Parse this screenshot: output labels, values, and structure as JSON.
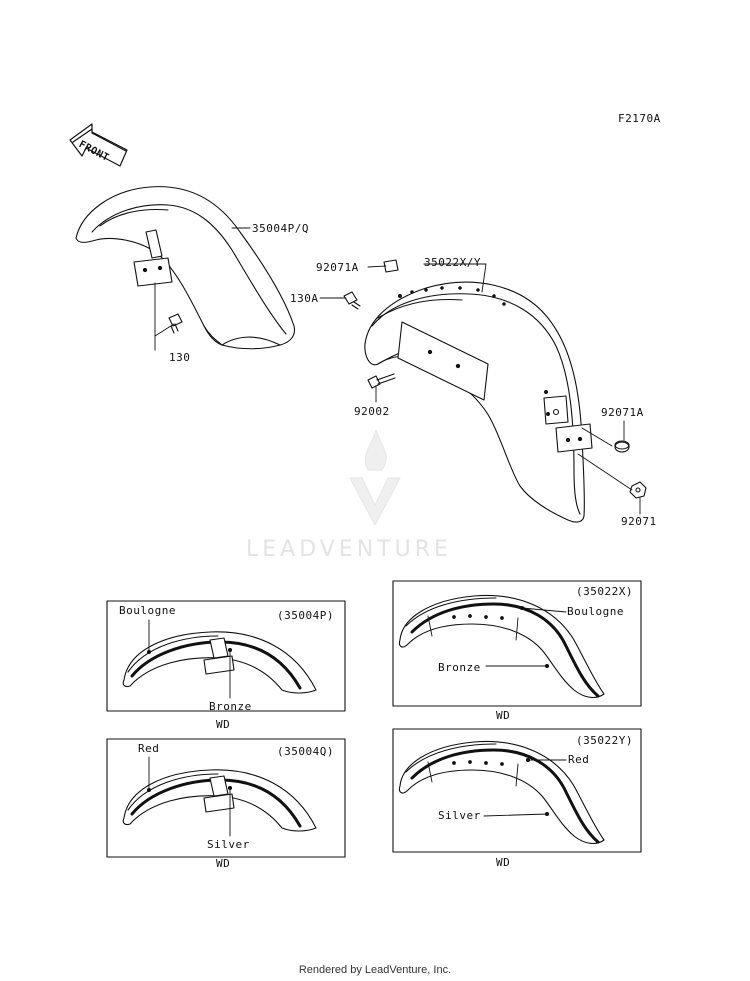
{
  "diagram_code": "F2170A",
  "front_label": "FRONT",
  "callouts": {
    "front_fender": "35004P/Q",
    "front_bolt": "130",
    "rear_fender": "35022X/Y",
    "cap_top": "92071A",
    "bolt_130a": "130A",
    "bolt_92002": "92002",
    "cap_right": "92071A",
    "nut_92071": "92071"
  },
  "variants": [
    {
      "code": "(35004P)",
      "stripe_top": "Boulogne",
      "stripe_bottom": "Bronze",
      "caption": "WD"
    },
    {
      "code": "(35004Q)",
      "stripe_top": "Red",
      "stripe_bottom": "Silver",
      "caption": "WD"
    },
    {
      "code": "(35022X)",
      "stripe_top": "Boulogne",
      "stripe_bottom": "Bronze",
      "caption": "WD"
    },
    {
      "code": "(35022Y)",
      "stripe_top": "Red",
      "stripe_bottom": "Silver",
      "caption": "WD"
    }
  ],
  "watermark": "LEADVENTURE",
  "footer": "Rendered by LeadVenture, Inc.",
  "colors": {
    "line": "#111111",
    "watermark": "#e3e3e3"
  }
}
